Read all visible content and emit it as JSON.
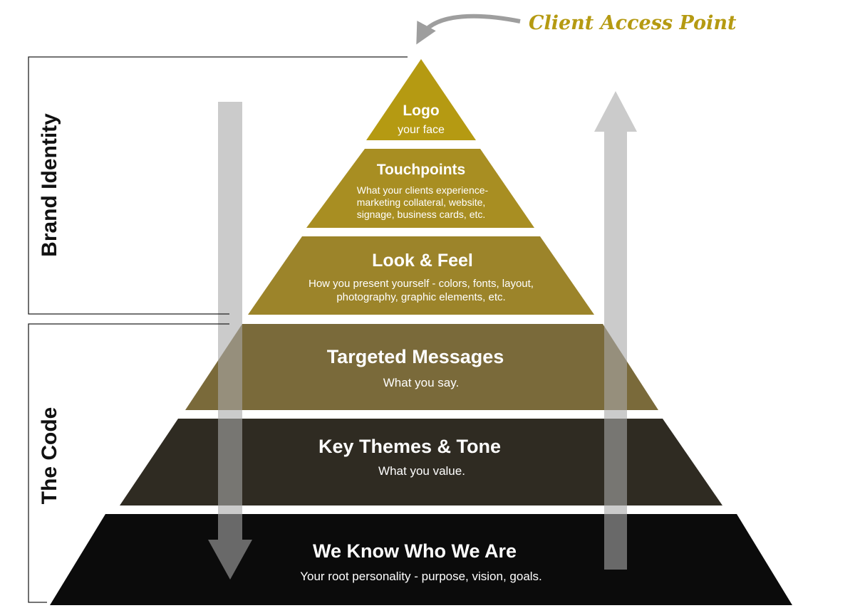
{
  "client_access_point": "Client Access Point",
  "brackets": {
    "brand_identity": "Brand Identity",
    "the_code": "The Code"
  },
  "layers": {
    "logo": {
      "title": "Logo",
      "lines": [
        "your face"
      ],
      "color": "#b59a12"
    },
    "touchpoints": {
      "title": "Touchpoints",
      "lines": [
        "What your clients experience-",
        "marketing collateral, website,",
        "signage, business cards, etc."
      ],
      "color": "#a88e22"
    },
    "look_feel": {
      "title": "Look & Feel",
      "lines": [
        "How you present yourself - colors, fonts, layout,",
        "photography, graphic elements, etc."
      ],
      "color": "#9c842a"
    },
    "targeted_messages": {
      "title": "Targeted Messages",
      "lines": [
        "What you say."
      ],
      "color": "#7a6a3a"
    },
    "key_themes": {
      "title": "Key Themes & Tone",
      "lines": [
        "What you value."
      ],
      "color": "#2f2b22"
    },
    "we_know": {
      "title": "We Know Who We Are",
      "lines": [
        "Your root personality - purpose, vision, goals."
      ],
      "color": "#0b0b0b"
    }
  },
  "colors": {
    "arrow": "#b9b9b9",
    "accent": "#b59a12"
  }
}
